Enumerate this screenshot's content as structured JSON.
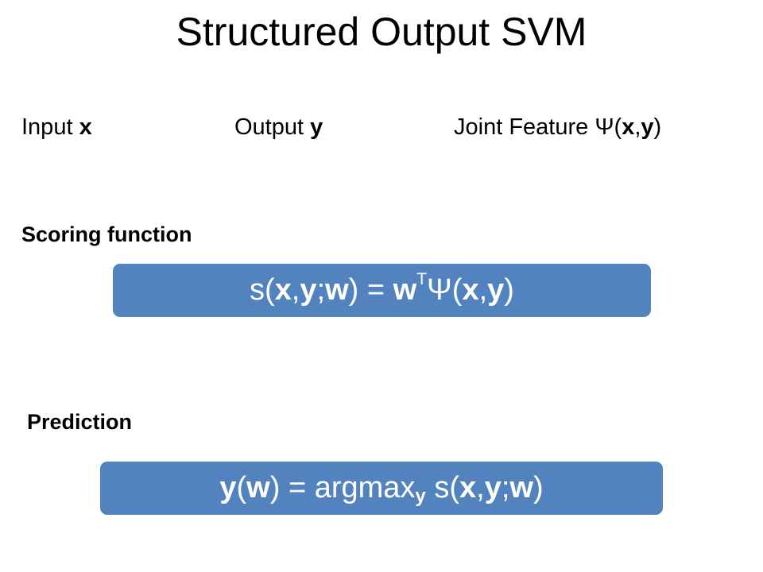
{
  "title": "Structured Output SVM",
  "terms": {
    "input": {
      "prefix": "Input ",
      "symbol": "x"
    },
    "output": {
      "prefix": "Output ",
      "symbol": "y"
    },
    "joint": {
      "prefix": "Joint Feature Ψ(",
      "x": "x",
      "comma": ",",
      "y": "y",
      "suffix": ")"
    }
  },
  "scoring": {
    "label": "Scoring function",
    "formula": {
      "s_open": "s(",
      "x": "x",
      "comma1": ",",
      "y": "y",
      "semicolon": ";",
      "w": "w",
      "close_eq": ") = ",
      "w2": "w",
      "superscript": "T",
      "psi_open": "Ψ(",
      "x2": "x",
      "comma2": ",",
      "y2": "y",
      "close": ")"
    }
  },
  "prediction": {
    "label": "Prediction",
    "formula": {
      "y": "y",
      "open": "(",
      "w": "w",
      "close_eq": ") = argmax",
      "subscript": "y",
      "s_open": " s(",
      "x": "x",
      "comma": ",",
      "y2": "y",
      "semicolon": ";",
      "w2": "w",
      "close": ")"
    }
  },
  "colors": {
    "box_fill": "#5283be",
    "box_text": "#ffffff",
    "text": "#000000"
  }
}
